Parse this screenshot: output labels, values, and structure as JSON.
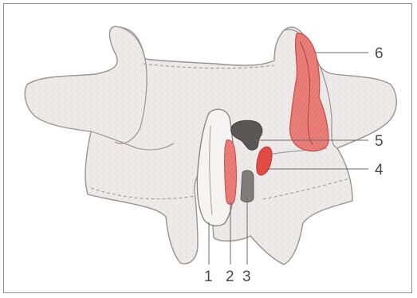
{
  "diagram": {
    "labels": {
      "l1": "1",
      "l2": "2",
      "l3": "3",
      "l4": "4",
      "l5": "5",
      "l6": "6"
    }
  },
  "colors": {
    "bone_fill": "#eeeaea",
    "bone_outline": "#9a9393",
    "highlight_red": "#e44a44",
    "light_red": "#ea7f79",
    "dark_gray": "#5b5757",
    "medium_gray": "#7d7a7a"
  }
}
